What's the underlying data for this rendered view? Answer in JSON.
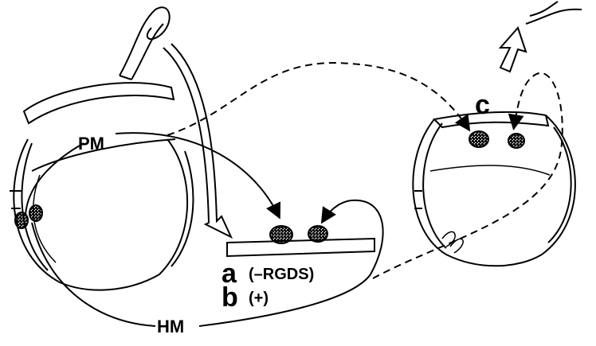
{
  "labels": {
    "pm": "PM",
    "hm": "HM",
    "a": "a",
    "a_condition": "(–RGDS)",
    "b": "b",
    "b_condition": "(+)",
    "c": "c"
  },
  "colors": {
    "ink": "#000000",
    "background": "#ffffff"
  }
}
